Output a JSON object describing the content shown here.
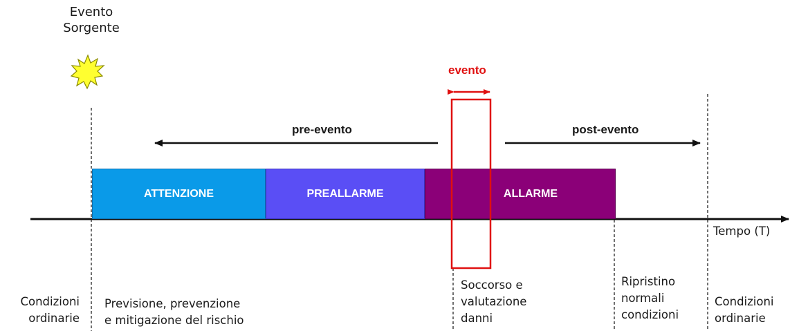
{
  "top_label": [
    "Evento",
    "Sorgente"
  ],
  "event_label": "evento",
  "pre_event_label": "pre-evento",
  "post_event_label": "post-evento",
  "phases": [
    {
      "label": "ATTENZIONE",
      "color": "#0a9ae8"
    },
    {
      "label": "PREALLARME",
      "color": "#5a4ef5"
    },
    {
      "label": "ALLARME",
      "color": "#8b0078"
    }
  ],
  "axis_label": "Tempo (T)",
  "bottom_labels": {
    "left_ordinary": [
      "Condizioni",
      "ordinarie"
    ],
    "prevention": [
      "Previsione, prevenzione",
      "e mitigazione del rischio"
    ],
    "rescue": [
      "Soccorso e",
      "valutazione",
      "danni"
    ],
    "restore": [
      "Ripristino",
      "normali",
      "condizioni"
    ],
    "right_ordinary": [
      "Condizioni",
      "ordinarie"
    ]
  },
  "colors": {
    "event_red": "#e01010",
    "star_fill": "#ffff30",
    "line": "#111111"
  }
}
